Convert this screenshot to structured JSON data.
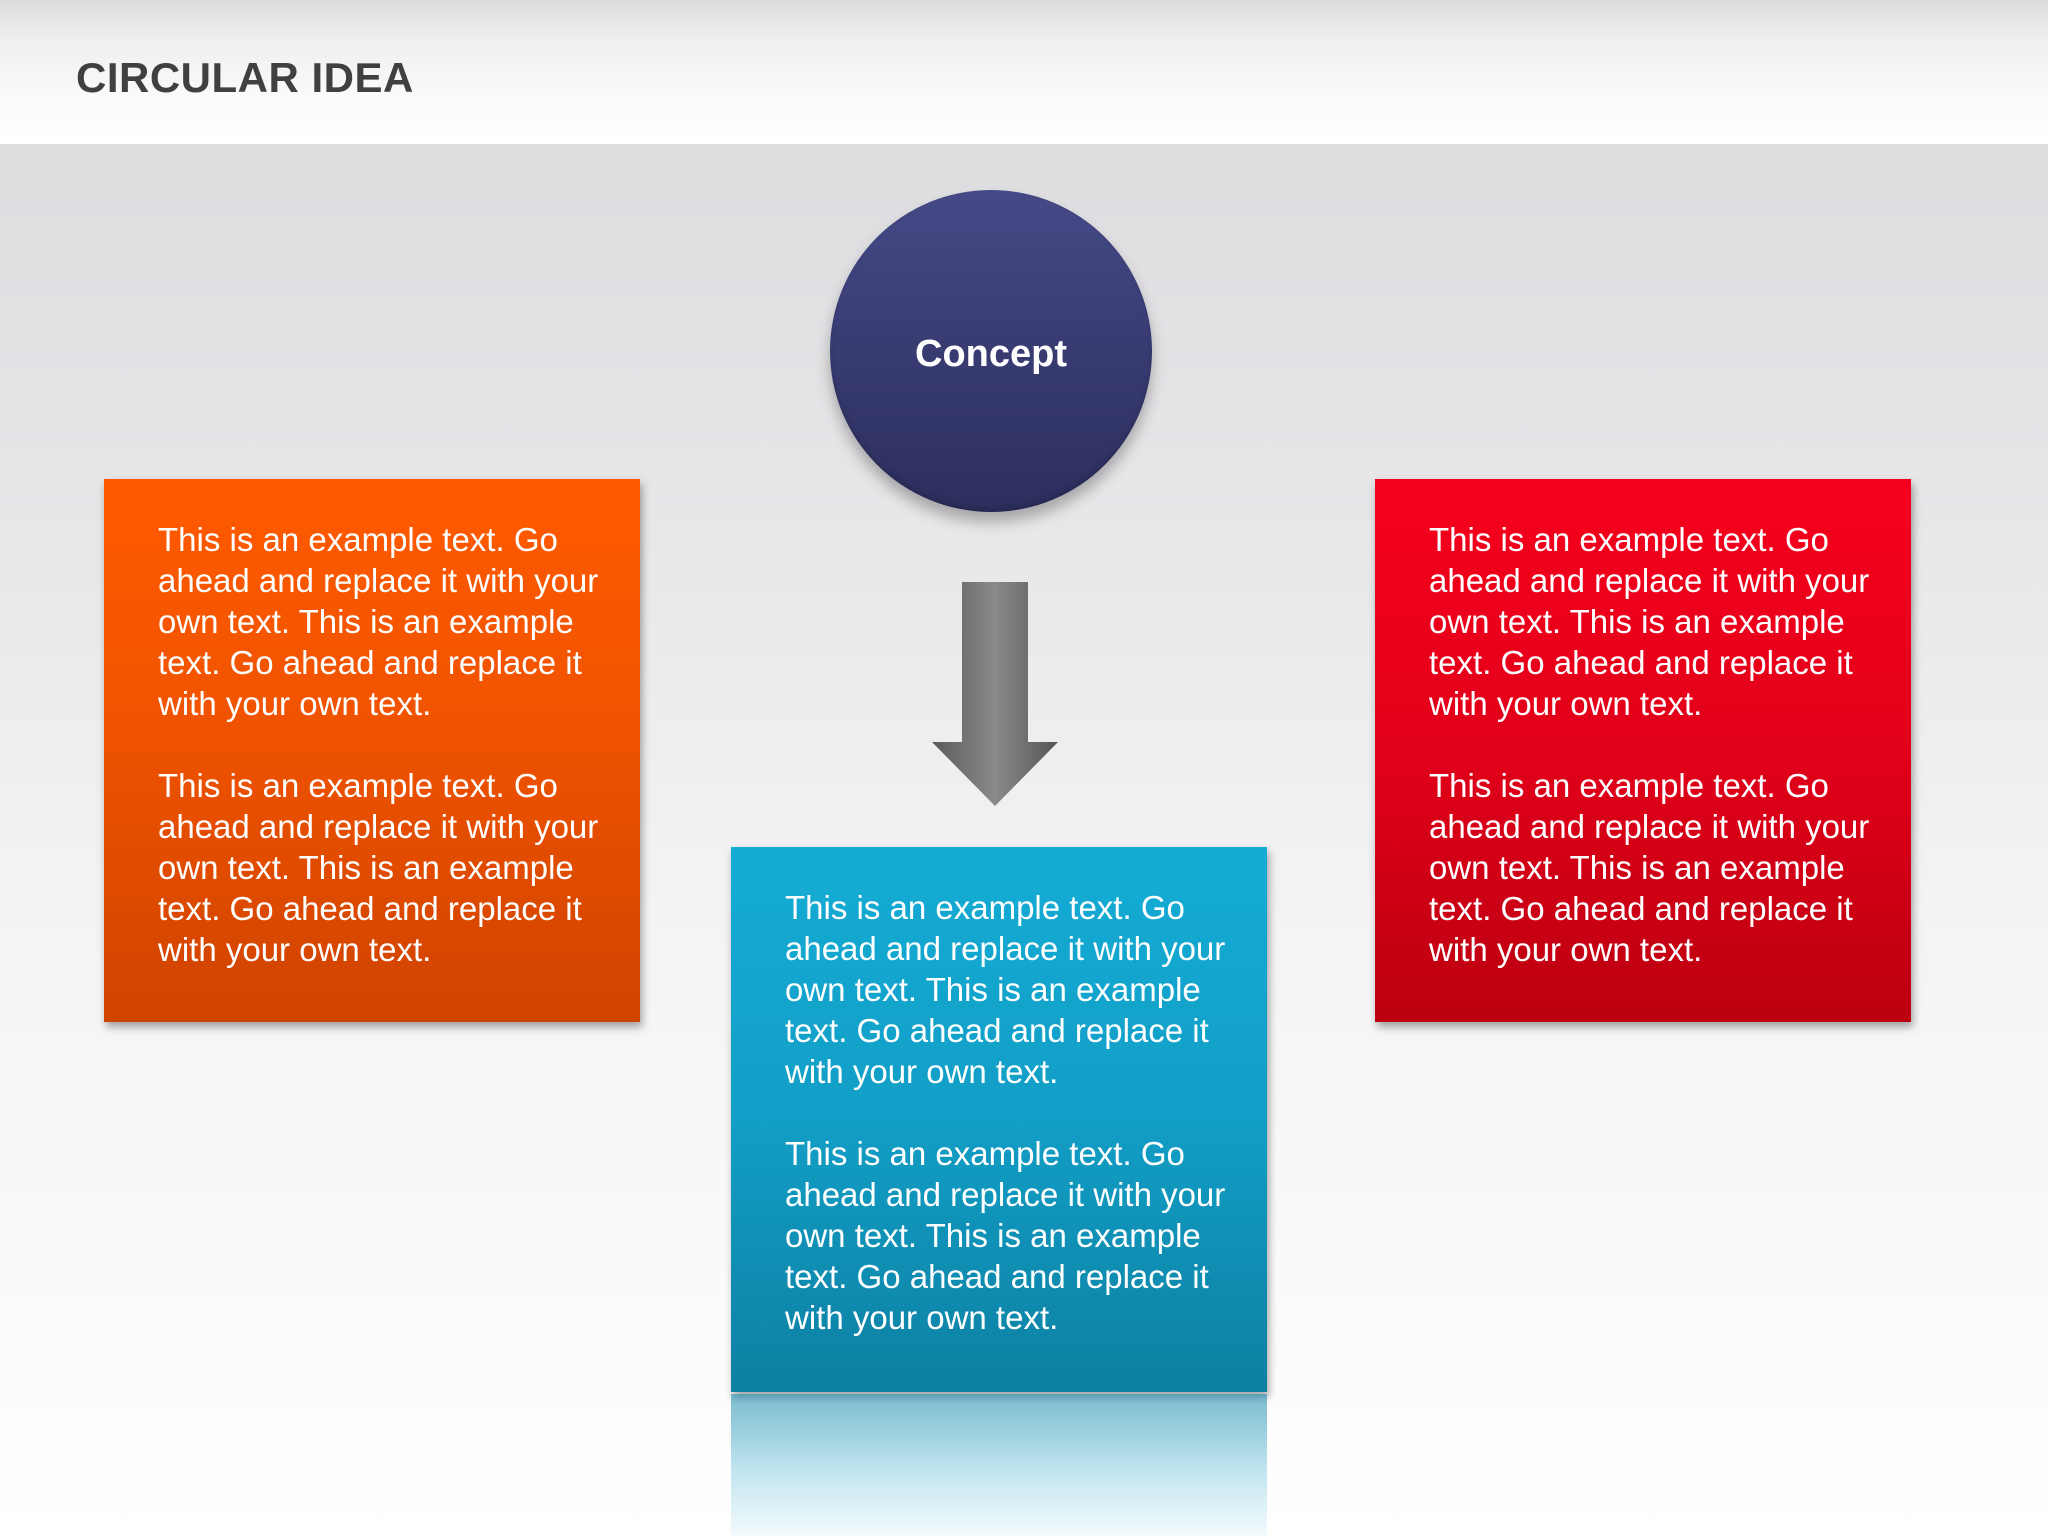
{
  "slide": {
    "title": "CIRCULAR IDEA"
  },
  "concept": {
    "label": "Concept",
    "color": "#393d74"
  },
  "arrow": {
    "direction": "down",
    "color": "#6b6b6b"
  },
  "boxes": [
    {
      "id": "orange",
      "color": "#f25500",
      "paragraphs": [
        "This is an example text. Go ahead and replace it with your own text. This is an example text. Go ahead and replace it with your own text.",
        "This is an example text. Go ahead and replace it with your own text. This is an example text. Go ahead and replace it with your own text."
      ]
    },
    {
      "id": "blue",
      "color": "#12a3cb",
      "paragraphs": [
        "This is an example text. Go ahead and replace it with your own text. This is an example text. Go ahead and replace it with your own text.",
        "This is an example text. Go ahead and replace it with your own text. This is an example text. Go ahead and replace it with your own text."
      ]
    },
    {
      "id": "red",
      "color": "#e3001a",
      "paragraphs": [
        "This is an example text. Go ahead and replace it with your own text. This is an example text. Go ahead and replace it with your own text.",
        "This is an example text. Go ahead and replace it with your own text. This is an example text. Go ahead and replace it with your own text."
      ]
    }
  ]
}
